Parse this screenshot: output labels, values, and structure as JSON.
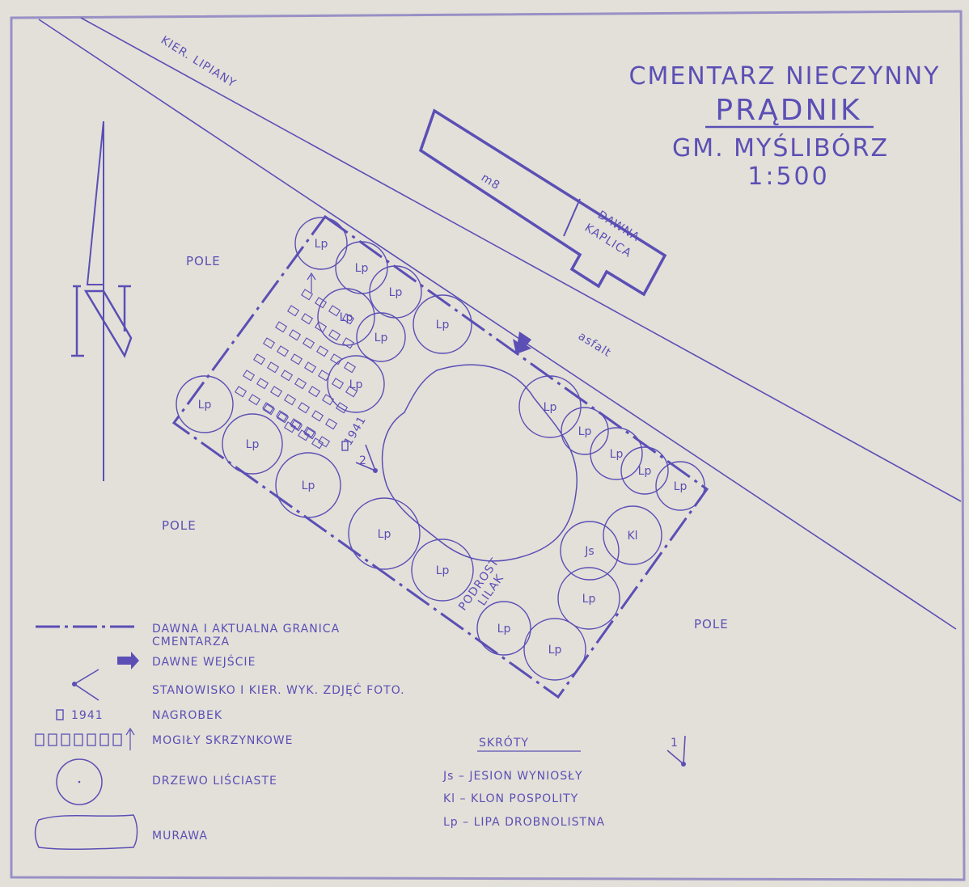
{
  "title": {
    "line1": "CMENTARZ NIECZYNNY",
    "line2": "PRĄDNIK",
    "line3": "GM. MYŚLIBÓRZ",
    "scale": "1:500"
  },
  "road": {
    "direction_label": "KIER. LIPIANY",
    "surface_label": "asfalt"
  },
  "chapel": {
    "label_line1": "DAWNA",
    "label_line2": "KAPLICA",
    "distance_label": "m8"
  },
  "north_arrow": {
    "label": "N"
  },
  "fields": [
    "POLE",
    "POLE",
    "POLE"
  ],
  "grave_label": "1941",
  "photo_points": [
    "2",
    "1"
  ],
  "vegetation_label_line1": "PODROST",
  "vegetation_label_line2": "LILAK",
  "trees": [
    "Lp",
    "Lp",
    "Lp",
    "Lp",
    "Lp",
    "Lp",
    "Lp",
    "Lp",
    "Lp",
    "Lp",
    "Lp",
    "Lp",
    "Lp",
    "Lp",
    "Lp",
    "Lp",
    "Lp",
    "Lp",
    "Lp",
    "Js",
    "Kl",
    "Lp"
  ],
  "legend": {
    "boundary_line1": "DAWNA I AKTUALNA GRANICA",
    "boundary_line2": "CMENTARZA",
    "entrance": "DAWNE WEJŚCIE",
    "photo": "STANOWISKO I KIER. WYK. ZDJĘĆ FOTO.",
    "grave_year": "1941",
    "grave": "NAGROBEK",
    "box_graves": "MOGIŁY SKRZYNKOWE",
    "tree": "DRZEWO LIŚCIASTE",
    "lawn": "MURAWA"
  },
  "abbreviations": {
    "heading": "SKRÓTY",
    "items": [
      "Js – JESION WYNIOSŁY",
      "Kl – KLON POSPOLITY",
      "Lp – LIPA DROBNOLISTNA"
    ]
  },
  "colors": {
    "ink": "#5b4fb5",
    "paper": "#e3e0d9"
  }
}
